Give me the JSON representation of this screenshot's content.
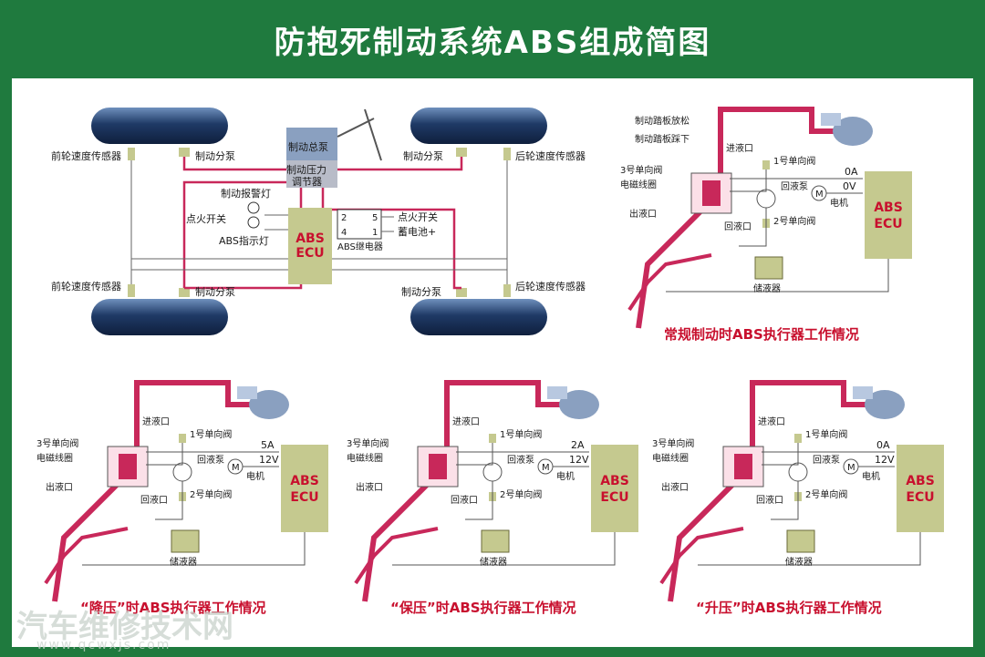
{
  "title": "防抱死制动系统ABS组成简图",
  "top_diagram": {
    "front_speed_sensor_left_top": "前轮速度传感器",
    "brake_cylinder_left_top": "制动分泵",
    "master_cylinder": "制动总泵",
    "pressure_regulator_1": "制动压力",
    "pressure_regulator_2": "调节器",
    "brake_cylinder_right_top": "制动分泵",
    "rear_speed_sensor_right_top": "后轮速度传感器",
    "brake_warning_lamp": "制动报警灯",
    "ignition_switch_left": "点火开关",
    "abs_indicator": "ABS指示灯",
    "ecu_line1": "ABS",
    "ecu_line2": "ECU",
    "ignition_switch_right": "点火开关",
    "battery": "蓄电池+",
    "abs_relay": "ABS继电器",
    "relay_pin_2": "2",
    "relay_pin_5": "5",
    "relay_pin_4": "4",
    "relay_pin_1": "1",
    "front_speed_sensor_left_bottom": "前轮速度传感器",
    "brake_cylinder_left_bottom": "制动分泵",
    "brake_cylinder_right_bottom": "制动分泵",
    "rear_speed_sensor_right_bottom": "后轮速度传感器"
  },
  "actuator_common": {
    "pedal_release": "制动踏板放松",
    "pedal_press": "制动踏板踩下",
    "valve3": "3号单向阀",
    "solenoid": "电磁线圈",
    "outlet": "出液口",
    "inlet": "进液口",
    "valve1": "1号单向阀",
    "return_port": "回液口",
    "return_pump": "回液泵",
    "motor": "电机",
    "motor_symbol": "M",
    "valve2": "2号单向阀",
    "reservoir": "储液器",
    "ecu_line1": "ABS",
    "ecu_line2": "ECU",
    "volt_12": "12V"
  },
  "panels": [
    {
      "id": "normal",
      "current": "0A",
      "voltage": "0V",
      "caption": "常规制动时ABS执行器工作情况"
    },
    {
      "id": "decrease",
      "current": "5A",
      "voltage": "12V",
      "caption": "“降压”时ABS执行器工作情况"
    },
    {
      "id": "hold",
      "current": "2A",
      "voltage": "12V",
      "caption": "“保压”时ABS执行器工作情况"
    },
    {
      "id": "increase",
      "current": "0A",
      "voltage": "12V",
      "caption": "“升压”时ABS执行器工作情况"
    }
  ],
  "watermark": "汽车维修技术网",
  "watermark_url": "www.qcwxjs.com",
  "colors": {
    "frame": "#1f7a3e",
    "brake_line": "#c8285a",
    "ecu_box": "#c5c98f",
    "wheel": "#2a4b78"
  }
}
